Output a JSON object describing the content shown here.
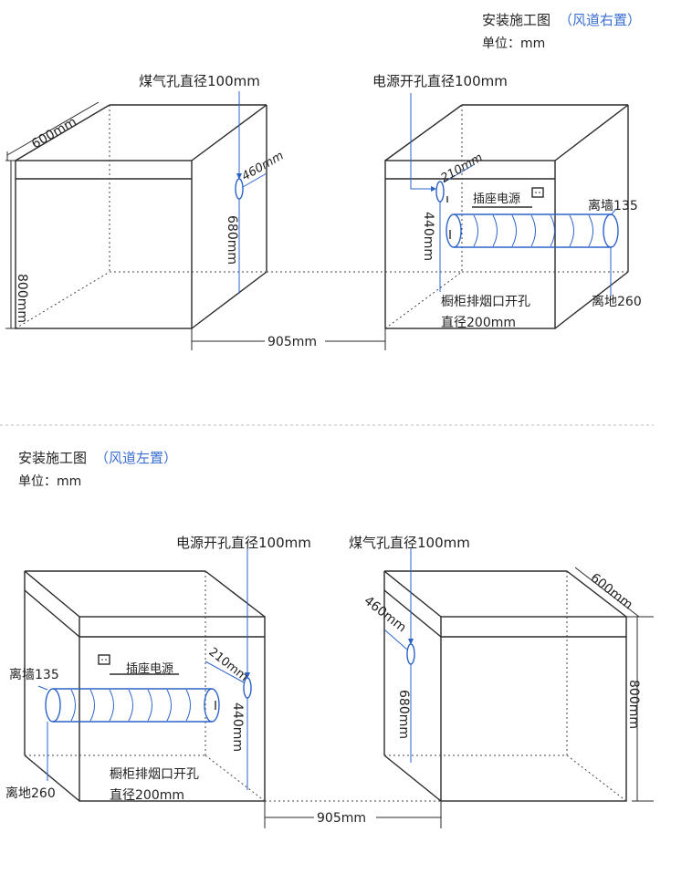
{
  "top": {
    "title": "安装施工图",
    "subtitle": "（风道右置）",
    "unit": "单位：mm",
    "gas_hole": "煤气孔直径100mm",
    "power_hole": "电源开孔直径100mm",
    "dim_depth": "600mm",
    "dim_height": "800mm",
    "dim_gas_side": "460mm",
    "dim_gas_height": "680mm",
    "dim_power_side": "210mm",
    "dim_power_height": "440mm",
    "socket": "插座电源",
    "wall": "离墙135",
    "floor": "离地260",
    "exhaust_line1": "橱柜排烟口开孔",
    "exhaust_line2": "直径200mm",
    "dim_width": "905mm"
  },
  "bottom": {
    "title": "安装施工图",
    "subtitle": "（风道左置）",
    "unit": "单位：mm",
    "power_hole": "电源开孔直径100mm",
    "gas_hole": "煤气孔直径100mm",
    "dim_depth": "600mm",
    "dim_height": "800mm",
    "dim_gas_side": "460mm",
    "dim_gas_height": "680mm",
    "dim_power_side": "210mm",
    "dim_power_height": "440mm",
    "socket": "插座电源",
    "wall": "离墙135",
    "floor": "离地260",
    "exhaust_line1": "橱柜排烟口开孔",
    "exhaust_line2": "直径200mm",
    "dim_width": "905mm"
  },
  "colors": {
    "accent": "#3a6ed1",
    "line": "#2a2a2a",
    "pipe": "#2c63c9"
  }
}
